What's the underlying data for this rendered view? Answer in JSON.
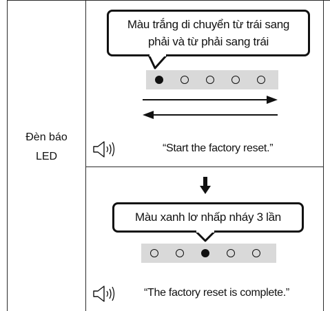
{
  "row_label": {
    "line1": "Đèn báo",
    "line2": "LED"
  },
  "step1": {
    "callout": {
      "line1": "Màu trắng di chuyển từ trái sang",
      "line2": "phải và từ phải sang trái"
    },
    "leds": [
      true,
      false,
      false,
      false,
      false
    ],
    "speech": "“Start the factory reset.”"
  },
  "step2": {
    "callout": "Màu xanh lơ nhấp nháy 3 lần",
    "leds": [
      false,
      false,
      true,
      false,
      false
    ],
    "speech": "“The factory reset is complete.”"
  },
  "icons": [
    "speaker-icon",
    "arrow-right-icon",
    "arrow-left-icon",
    "arrow-down-icon"
  ],
  "colors": {
    "led_strip": "#d9d9d9",
    "ink": "#111111",
    "border": "#2a2a2a"
  }
}
